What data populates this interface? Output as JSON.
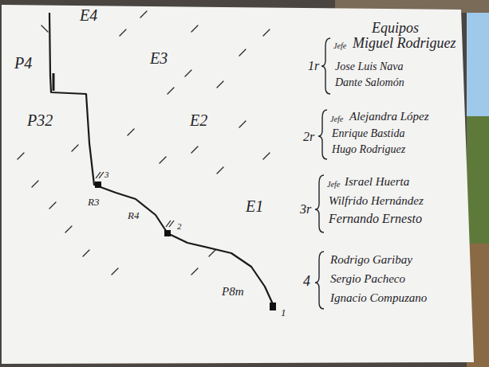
{
  "diagram": {
    "title": "Equipos",
    "labels": [
      "E4",
      "P4",
      "E3",
      "P32",
      "E2",
      "R3",
      "3",
      "E1",
      "R4",
      "2",
      "P8m",
      "1",
      "1r",
      "Jefe",
      "Miguel Rodriguez",
      "Jose Luis Nava",
      "Dante Salomón",
      "2r",
      "Jefe",
      "Alejandra López",
      "Enrique Bastida",
      "Hugo Rodriguez",
      "3r",
      "Jefe",
      "Israel Huerta",
      "Wilfrido Hernández",
      "Fernando Ernesto",
      "4",
      "Rodrigo Garibay",
      "Sergio Pacheco",
      "Ignacio Compuzano"
    ]
  }
}
